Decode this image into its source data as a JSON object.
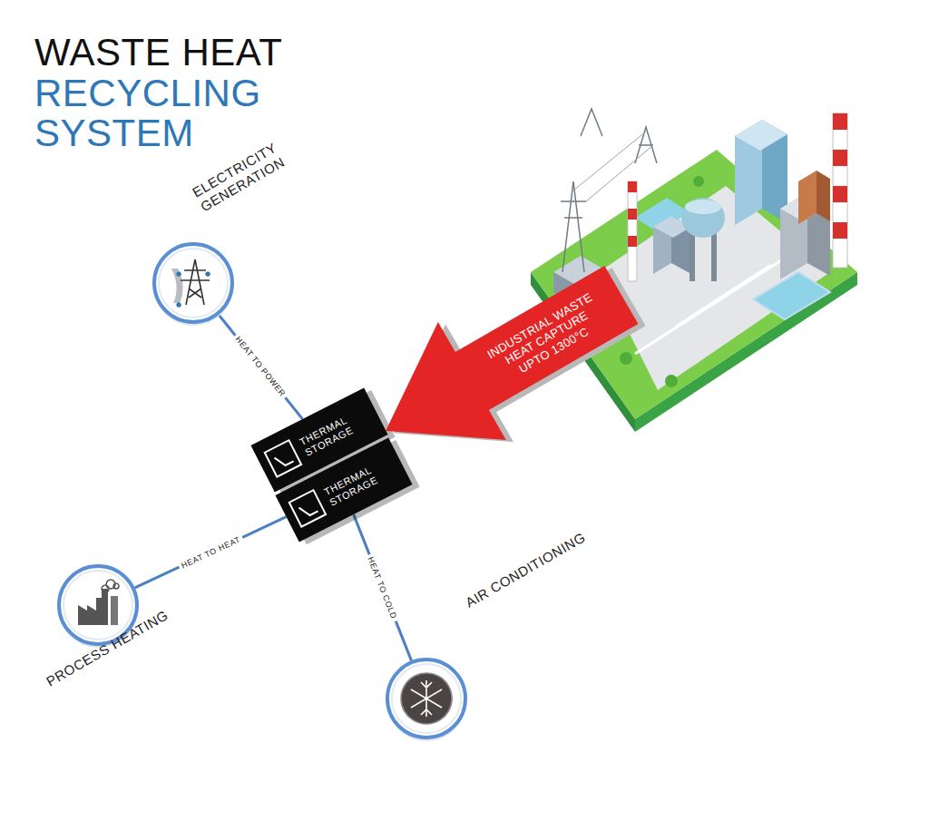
{
  "diagram": {
    "title": "WASTE HEAT RECYCLING SYSTEM",
    "nodes": [
      {
        "text": [
          "ELECTRICITY GENERATION"
        ]
      },
      {
        "text": [
          "THERMAL STORAGE"
        ]
      },
      {
        "text": [
          "THERMAL STORAGE"
        ]
      },
      {
        "text": [
          "PROCESS HEATING"
        ]
      },
      {
        "text": [
          "AIR CONDITIONING"
        ]
      },
      {
        "text": [
          "INDUSTRIAL WASTE HEAT CAPTURE UPTO 1300°C"
        ]
      }
    ],
    "edges": [
      {
        "from": 1,
        "to": 0,
        "arrow": "none",
        "label": "HEAT TO POWER"
      },
      {
        "from": 2,
        "to": 3,
        "arrow": "none",
        "label": "HEAT TO HEAT"
      },
      {
        "from": 2,
        "to": 4,
        "arrow": "none",
        "label": "HEAT TO COLD"
      }
    ]
  }
}
